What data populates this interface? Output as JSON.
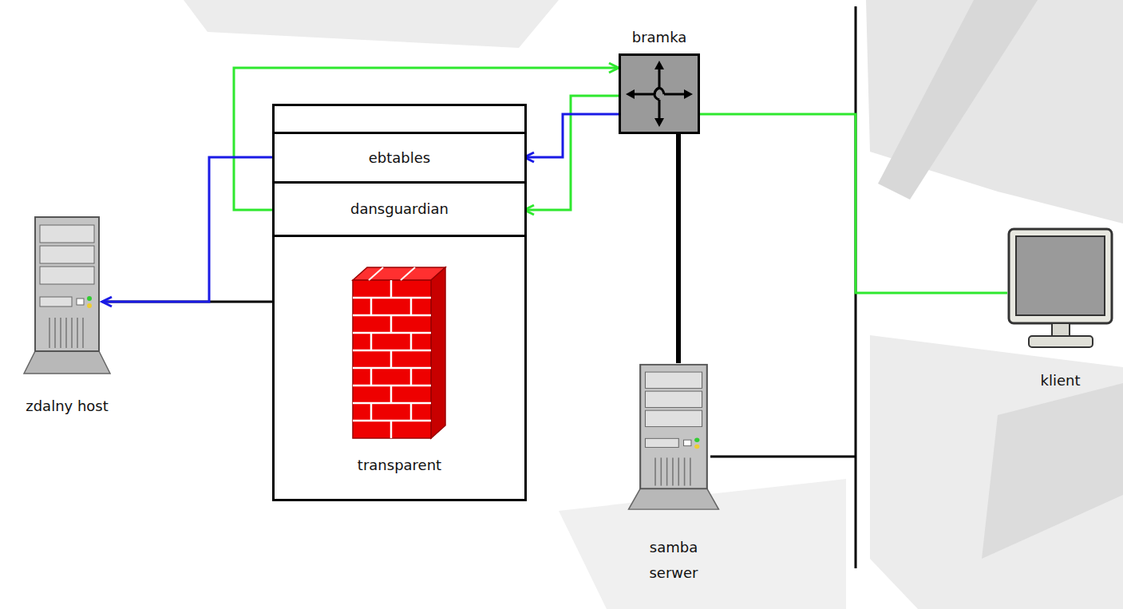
{
  "diagram": {
    "nodes": [
      {
        "text": [
          "bramka"
        ]
      },
      {
        "text": [
          "transparent"
        ]
      },
      {
        "text": [
          "ebtables"
        ],
        "in": 1
      },
      {
        "text": [
          "dansguardian"
        ],
        "in": 1
      },
      {
        "text": [
          "zdalny host"
        ]
      },
      {
        "text": [
          "samba serwer"
        ]
      },
      {
        "text": [
          "klient"
        ]
      }
    ],
    "edges": [
      {
        "from": 6,
        "to": 0,
        "arrow": "none"
      },
      {
        "from": 0,
        "to": 3,
        "arrow": "to"
      },
      {
        "from": 3,
        "to": 0,
        "arrow": "to"
      },
      {
        "from": 0,
        "to": 2,
        "arrow": "to"
      },
      {
        "from": 2,
        "to": 4,
        "arrow": "to"
      },
      {
        "from": 0,
        "to": 5,
        "arrow": "none"
      },
      {
        "from": 4,
        "to": 1,
        "arrow": "none"
      }
    ]
  }
}
